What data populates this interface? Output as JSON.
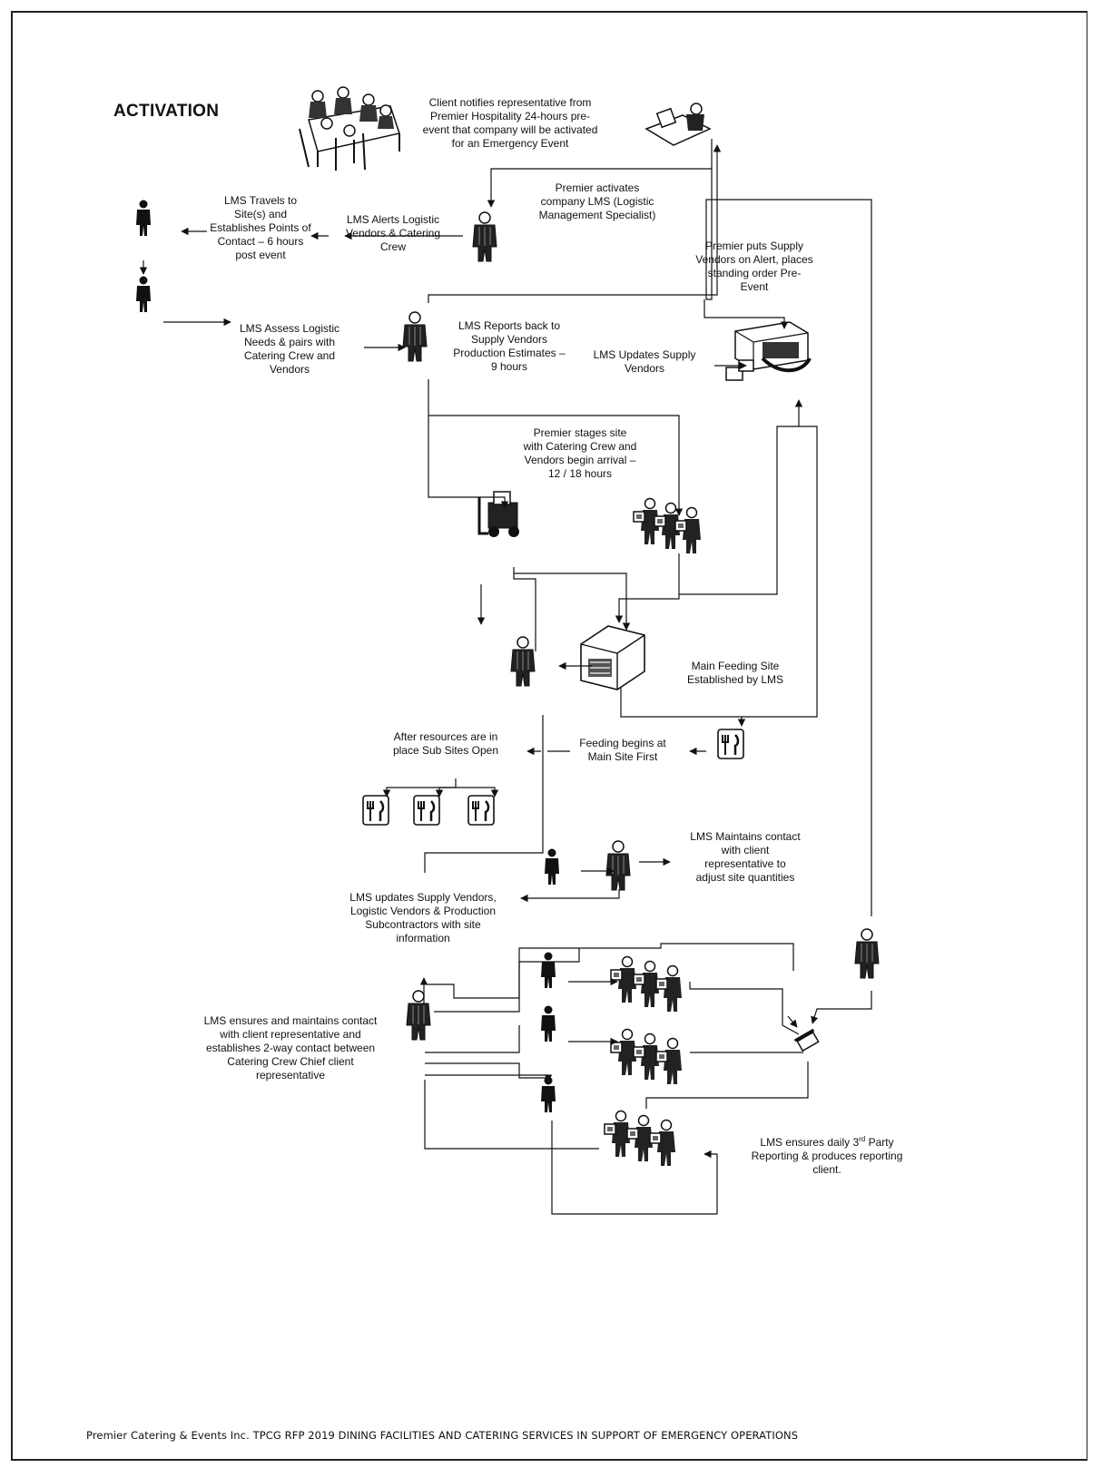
{
  "heading": "ACTIVATION",
  "labels": {
    "client_notifies": "Client notifies representative from Premier Hospitality 24-hours pre-event that company will be activated for an Emergency Event",
    "premier_activates": "Premier activates company LMS (Logistic Management Specialist)",
    "lms_alerts": "LMS Alerts Logistic Vendors & Catering Crew",
    "lms_travels": "LMS Travels to Site(s) and Establishes Points of Contact – 6 hours post event",
    "premier_puts_supply": "Premier puts Supply Vendors on Alert, places standing order Pre-Event",
    "lms_assess": "LMS Assess Logistic Needs & pairs with Catering Crew and Vendors",
    "lms_reports": "LMS Reports back to Supply Vendors Production Estimates – 9 hours",
    "lms_updates_supply": "LMS Updates Supply Vendors",
    "premier_stages": "Premier stages site with Catering Crew and Vendors begin arrival – 12 / 18 hours",
    "main_feeding": "Main Feeding Site Established by LMS",
    "after_resources": "After resources are in place Sub Sites Open",
    "feeding_begins": "Feeding begins at Main Site First",
    "lms_maintains": "LMS Maintains contact with client representative to adjust site quantities",
    "lms_updates_all": "LMS updates Supply Vendors, Logistic Vendors & Production Subcontractors with site information",
    "lms_ensures_contact": "LMS ensures and maintains contact with client representative and establishes 2-way contact between Catering Crew Chief client representative",
    "lms_reporting_pre": "LMS ensures daily 3",
    "lms_reporting_sup": "rd",
    "lms_reporting_post": " Party Reporting & produces reporting client."
  },
  "footer": "Premier Catering & Events Inc. TPCG RFP 2019 DINING FACILITIES AND CATERING SERVICES IN SUPPORT OF EMERGENCY OPERATIONS"
}
